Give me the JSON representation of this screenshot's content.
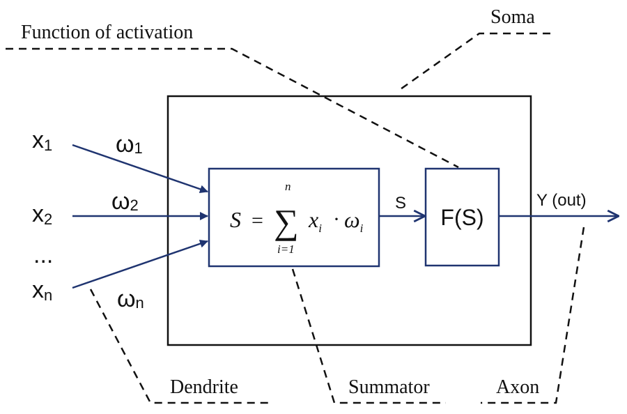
{
  "labels": {
    "activation": "Function of activation",
    "soma": "Soma",
    "dendrite": "Dendrite",
    "summator": "Summator",
    "axon": "Axon"
  },
  "inputs": [
    {
      "x": "x",
      "x_sub": "1",
      "w": "ω",
      "w_sub": "1"
    },
    {
      "x": "x",
      "x_sub": "2",
      "w": "ω",
      "w_sub": "2"
    },
    {
      "x": "x",
      "x_sub": "n",
      "w": "ω",
      "w_sub": "n"
    }
  ],
  "ellipsis": "...",
  "formula": {
    "lhs": "S",
    "equals": "=",
    "sigma": "∑",
    "upper": "n",
    "lower": "i=1",
    "x": "x",
    "x_sub": "i",
    "dot": "·",
    "w": "ω",
    "w_sub": "i"
  },
  "signal_label": "S",
  "activation_box": "F(S)",
  "output_label": "Y (out)",
  "colors": {
    "arrow": "#1f3470",
    "line": "#111111",
    "background": "#ffffff"
  }
}
